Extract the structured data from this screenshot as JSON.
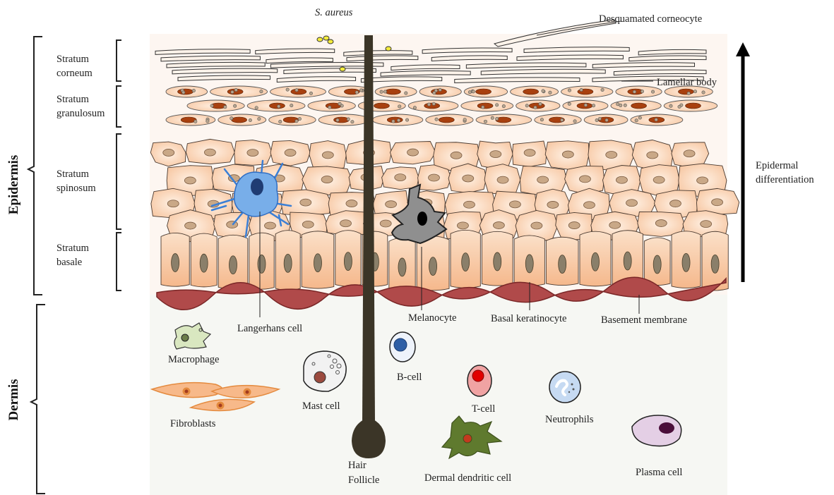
{
  "labels": {
    "s_aureus": "S. aureus",
    "desquamated": "Desquamated corneocyte",
    "lamellar": "Lamellar body",
    "epi_diff_1": "Epidermal",
    "epi_diff_2": "differentiation",
    "langerhans": "Langerhans  cell",
    "melanocyte": "Melanocyte",
    "basal_kc": "Basal keratinocyte",
    "basement": "Basement membrane",
    "macrophage": "Macrophage",
    "bcell": "B-cell",
    "mast": "Mast cell",
    "tcell": "T-cell",
    "neutrophils": "Neutrophils",
    "fibroblasts": "Fibroblasts",
    "hair_1": "Hair",
    "hair_2": "Follicle",
    "ddc": "Dermal dendritic cell",
    "plasma": "Plasma cell"
  },
  "strata": {
    "corneum_1": "Stratum",
    "corneum_2": "corneum",
    "granulosum_1": "Stratum",
    "granulosum_2": "granulosum",
    "spinosum_1": "Stratum",
    "spinosum_2": "spinosum",
    "basale_1": "Stratum",
    "basale_2": "basale"
  },
  "layers": {
    "epidermis": "Epidermis",
    "dermis": "Dermis"
  },
  "colors": {
    "keratinocyte": "#fbd5b8",
    "nucleus": "#8a7f6a",
    "granule": "#a8400f",
    "langerhans": "#6fa6e8",
    "melanocyte": "#8c8c8c",
    "basement": "#9a3a3a",
    "ddc": "#5f7a2e",
    "bacteria": "#f5ec3c"
  }
}
